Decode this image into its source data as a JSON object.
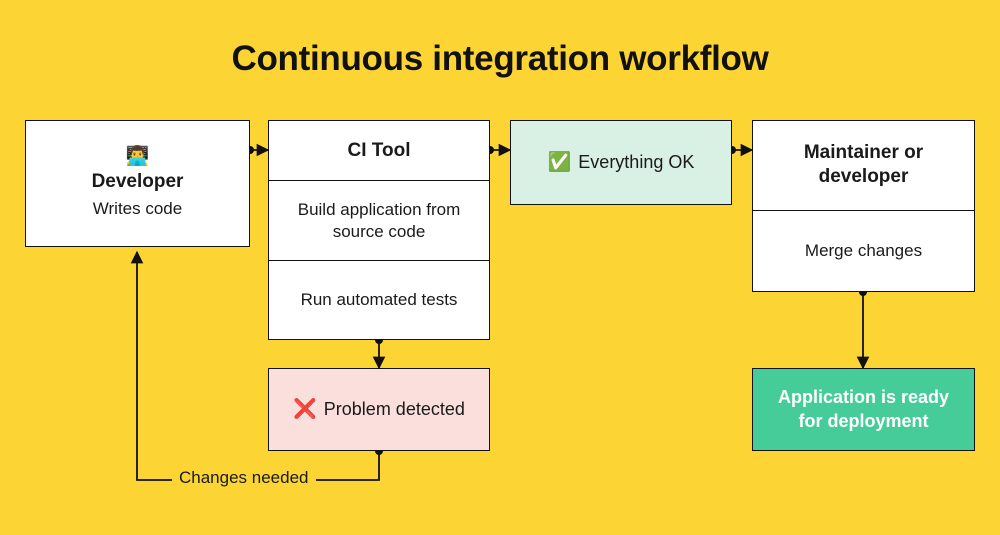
{
  "page": {
    "title": "Continuous integration workflow",
    "background_color": "#fcd535"
  },
  "colors": {
    "background": "#fcd535",
    "box_white": "#ffffff",
    "box_success_light": "#d9f0e4",
    "box_error_light": "#fadfdc",
    "box_success_solid": "#45cc99",
    "stroke": "#111111",
    "text": "#1a1a1a",
    "text_on_green": "#ffffff"
  },
  "nodes": {
    "developer": {
      "icon": "technologist-emoji",
      "icon_glyph": "👨‍💻",
      "title": "Developer",
      "subtitle": "Writes code"
    },
    "ci_tool": {
      "title": "CI Tool",
      "steps": [
        "Build application from source code",
        "Run automated tests"
      ]
    },
    "everything_ok": {
      "icon": "check-mark-button-emoji",
      "icon_glyph": "✅",
      "label": "Everything OK"
    },
    "maintainer": {
      "title": "Maintainer or developer",
      "action": "Merge changes"
    },
    "problem_detected": {
      "icon": "cross-mark-emoji",
      "icon_glyph": "❌",
      "label": "Problem detected"
    },
    "deployment": {
      "label": "Application is ready for deployment"
    }
  },
  "edges": {
    "developer_to_ci": {
      "label": ""
    },
    "ci_to_everything_ok": {
      "label": ""
    },
    "everything_ok_to_maintainer": {
      "label": ""
    },
    "ci_to_problem": {
      "label": ""
    },
    "maintainer_to_deployment": {
      "label": ""
    },
    "problem_to_developer": {
      "label": "Changes needed"
    }
  }
}
